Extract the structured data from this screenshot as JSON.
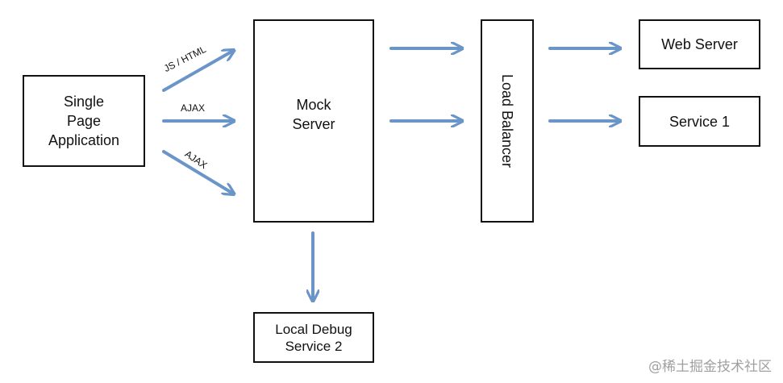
{
  "nodes": {
    "spa": "Single\nPage\nApplication",
    "mock": "Mock\nServer",
    "lb": "Load Balancer",
    "web": "Web Server",
    "svc1": "Service 1",
    "debug": "Local Debug\nService 2"
  },
  "edges": {
    "js_html": "JS / HTML",
    "ajax1": "AJAX",
    "ajax2": "AJAX"
  },
  "colors": {
    "arrow": "#6a95c8",
    "border": "#111111"
  },
  "watermark": "@稀土掘金技术社区"
}
